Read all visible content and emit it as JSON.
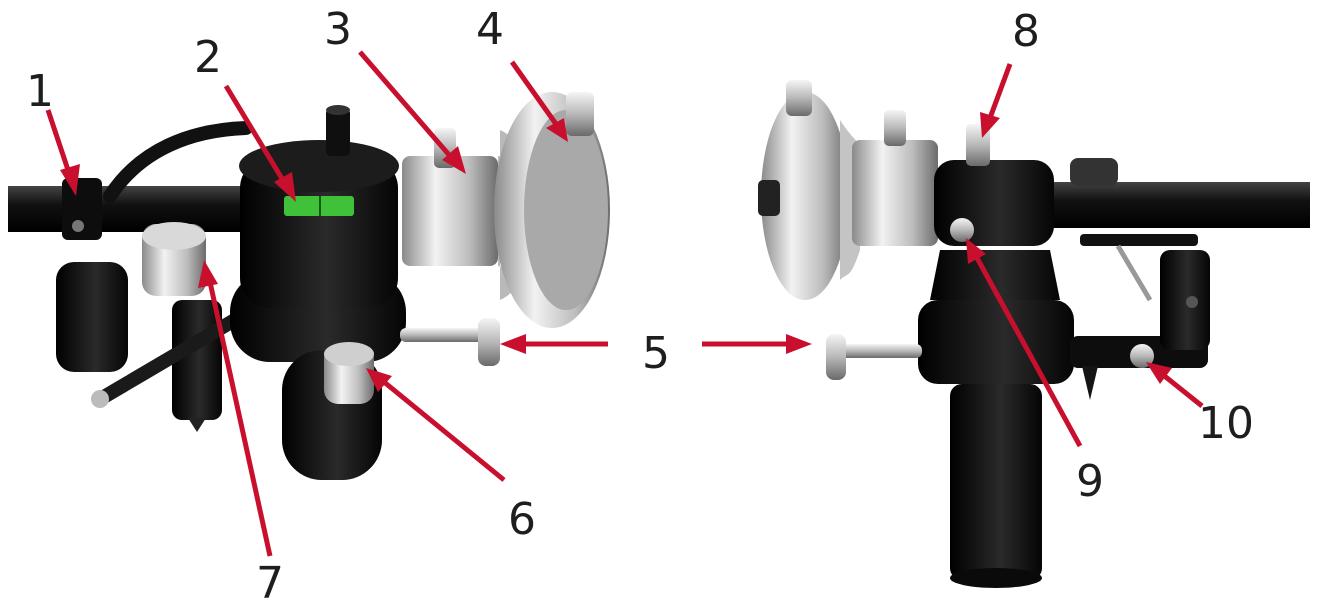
{
  "labels": {
    "l1": "1",
    "l2": "2",
    "l3": "3",
    "l4": "4",
    "l5": "5",
    "l6": "6",
    "l7": "7",
    "l8": "8",
    "l9": "9",
    "l10": "10"
  },
  "colors": {
    "arrow": "#c8102e",
    "metal_dark": "#151515",
    "metal_light": "#cfcfcf",
    "level": "#3fc23a"
  }
}
